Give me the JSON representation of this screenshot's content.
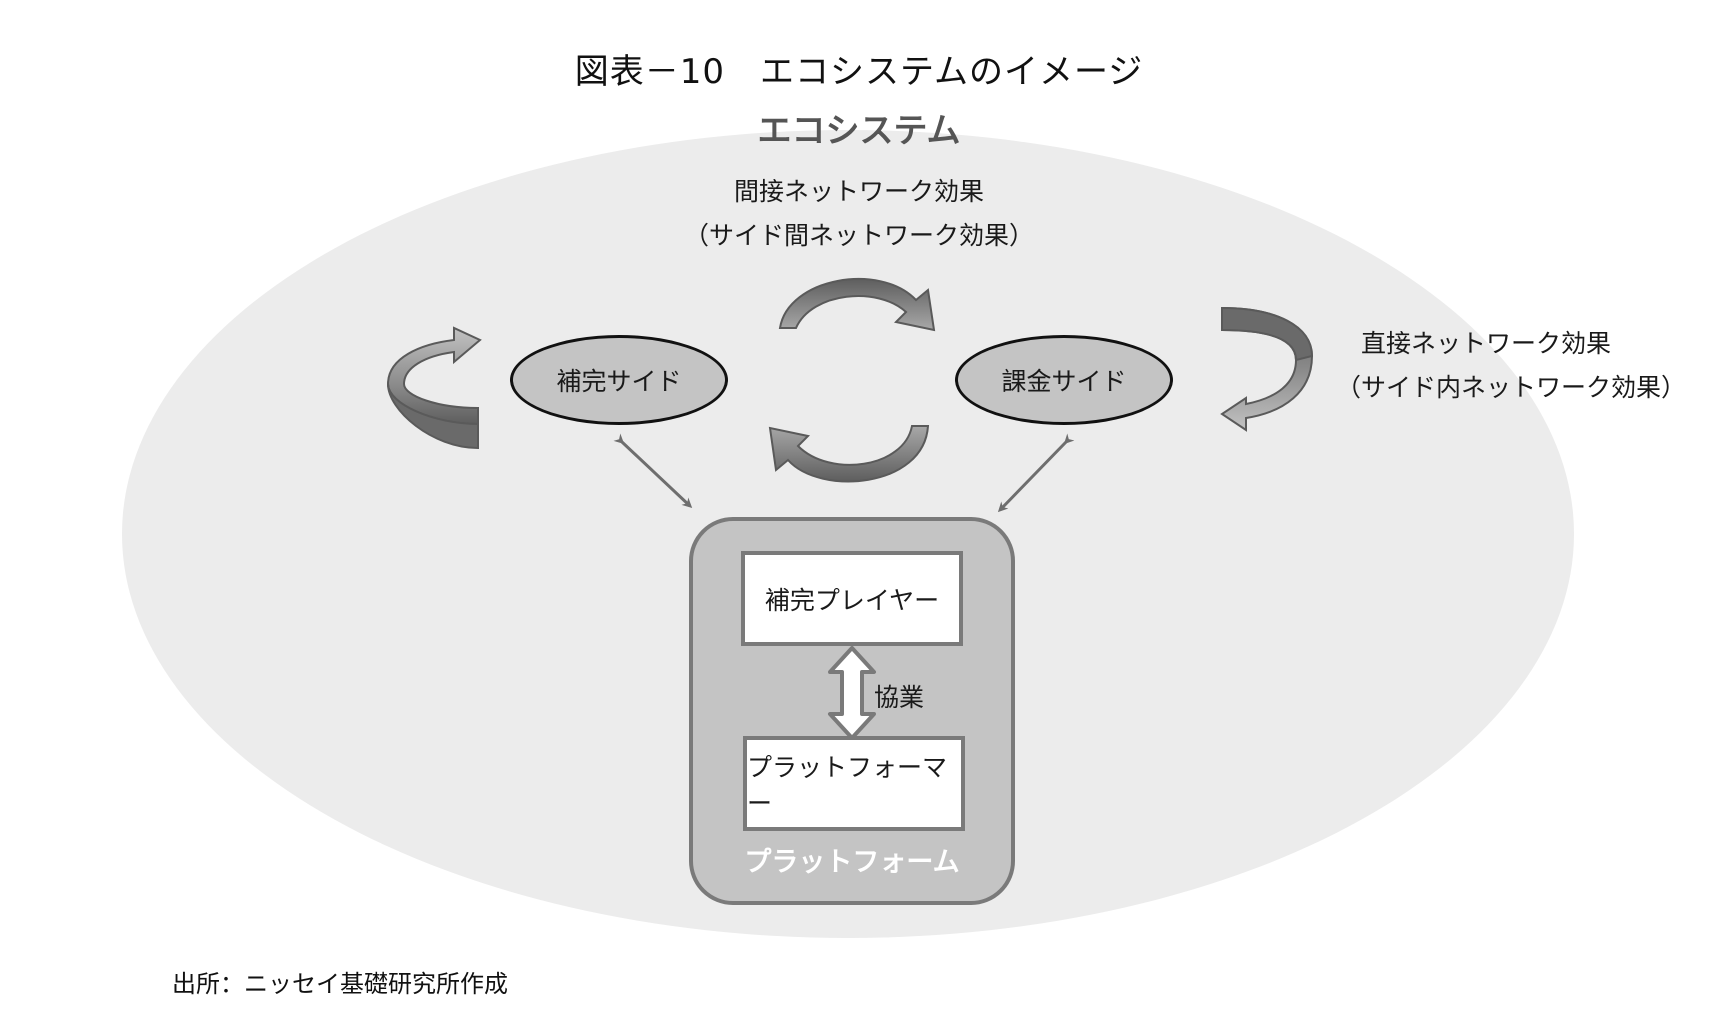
{
  "figure": {
    "title": "図表－10　エコシステムのイメージ",
    "ecosystem_label": "エコシステム",
    "indirect_effect": {
      "line1": "間接ネットワーク効果",
      "line2": "（サイド間ネットワーク効果）"
    },
    "direct_effect": {
      "line1": "直接ネットワーク効果",
      "line2": "（サイド内ネットワーク効果）"
    },
    "complement_side": "補完サイド",
    "billing_side": "課金サイド",
    "platform": {
      "label": "プラットフォーム",
      "complement_player": "補完プレイヤー",
      "platformer": "プラットフォーマー",
      "collaboration": "協業"
    },
    "source": "出所：ニッセイ基礎研究所作成"
  },
  "colors": {
    "ellipse_fill": "#ececec",
    "oval_fill": "#c4c4c4",
    "platform_fill": "#c4c4c4",
    "arrow_dark": "#6e6e6e",
    "arrow_light": "#b5b5b5"
  }
}
